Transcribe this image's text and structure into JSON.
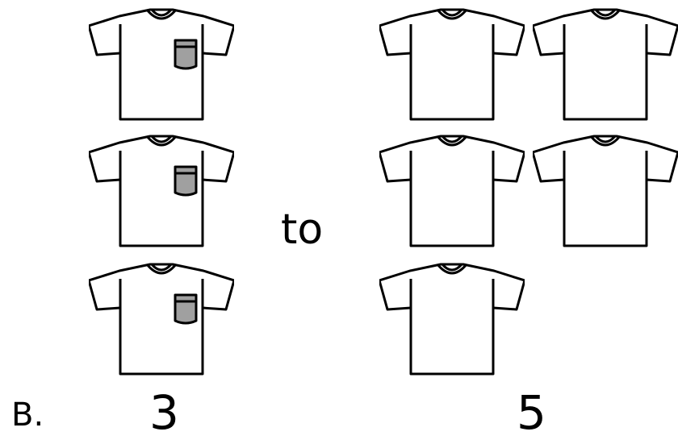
{
  "option_label": "B.",
  "connector_text": "to",
  "left_group": {
    "count_text": "3",
    "shirt_type": "t-shirt with pocket",
    "shirt_count": 3,
    "pocket_color": "#a0a0a0"
  },
  "right_group": {
    "count_text": "5",
    "shirt_type": "plain t-shirt",
    "shirt_count": 5
  },
  "colors": {
    "outline": "#000000",
    "fill": "#ffffff",
    "pocket": "#a0a0a0"
  }
}
